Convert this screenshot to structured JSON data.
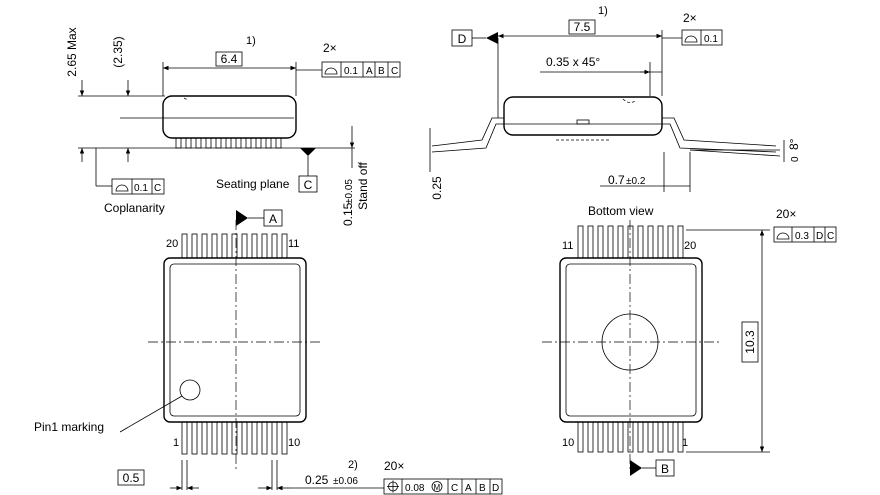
{
  "notes": {
    "note1": "1)",
    "note2": "1)",
    "note3": "2)"
  },
  "dimensions": {
    "height_max": "2.65 Max",
    "height_ref": "(2.35)",
    "body_width": "6.4",
    "body_length": "7.5",
    "chamfer": "0.35 x 45°",
    "angle": "8°",
    "angle_min": "0",
    "lead_thickness": "0.25",
    "foot_length_val": "0.7",
    "foot_length_tol": "±0.2",
    "standoff_val": "0.15",
    "standoff_tol": "±0.05",
    "standoff_label": "Stand off",
    "overall_width": "10.3",
    "pitch": "0.5",
    "lead_width_val": "0.25",
    "lead_width_tol": "±0.06"
  },
  "labels": {
    "seating_plane": "Seating plane",
    "coplanarity": "Coplanarity",
    "pin1_marking": "Pin1 marking",
    "bottom_view": "Bottom view"
  },
  "pins": {
    "top_left": "20",
    "top_right": "11",
    "bottom_left": "1",
    "bottom_right": "10",
    "bv_top_left": "11",
    "bv_top_right": "20",
    "bv_bottom_left": "10",
    "bv_bottom_right": "1"
  },
  "datums": {
    "a": "A",
    "b": "B",
    "c": "C",
    "d": "D"
  },
  "tolerances": {
    "mult_2x": "2×",
    "mult_20x": "20×",
    "flat1": {
      "value": "0.1",
      "refs": [
        "A",
        "B",
        "C"
      ]
    },
    "flat2": {
      "value": "0.1"
    },
    "coplan": {
      "value": "0.1",
      "ref": "C"
    },
    "bottom": {
      "value": "0.3",
      "refs": [
        "D",
        "C"
      ]
    },
    "position": {
      "value": "0.08",
      "modifier": "M",
      "refs": [
        "C",
        "A",
        "B",
        "D"
      ]
    }
  },
  "colors": {
    "line": "#000000",
    "background": "#ffffff"
  }
}
